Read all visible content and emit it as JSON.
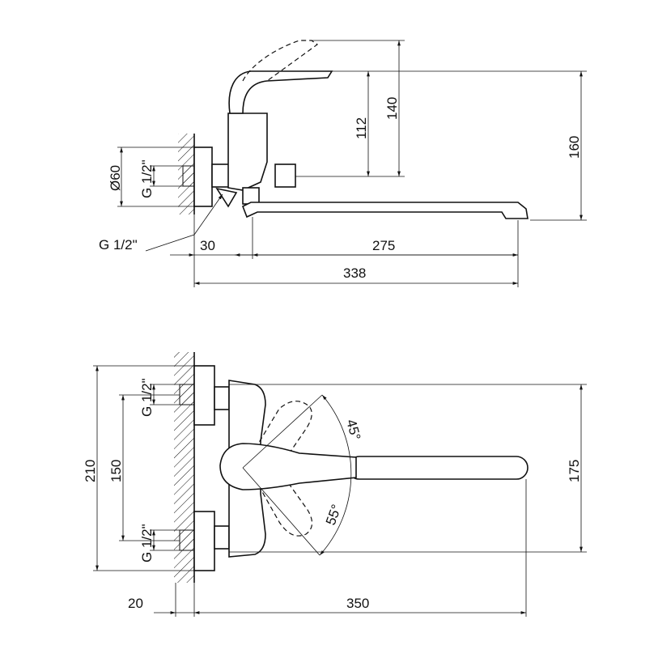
{
  "side_view": {
    "dim_diameter": "Ø60",
    "dim_thread": "G 1/2\"",
    "dim_thread_leader": "G 1/2\"",
    "dim_112": "112",
    "dim_140": "140",
    "dim_160": "160",
    "dim_30": "30",
    "dim_275": "275",
    "dim_338": "338"
  },
  "top_view": {
    "dim_210": "210",
    "dim_150": "150",
    "dim_thread_top": "G 1/2\"",
    "dim_thread_bottom": "G 1/2\"",
    "dim_175": "175",
    "angle_45": "45°",
    "angle_55": "55°",
    "dim_20": "20",
    "dim_350": "350"
  }
}
